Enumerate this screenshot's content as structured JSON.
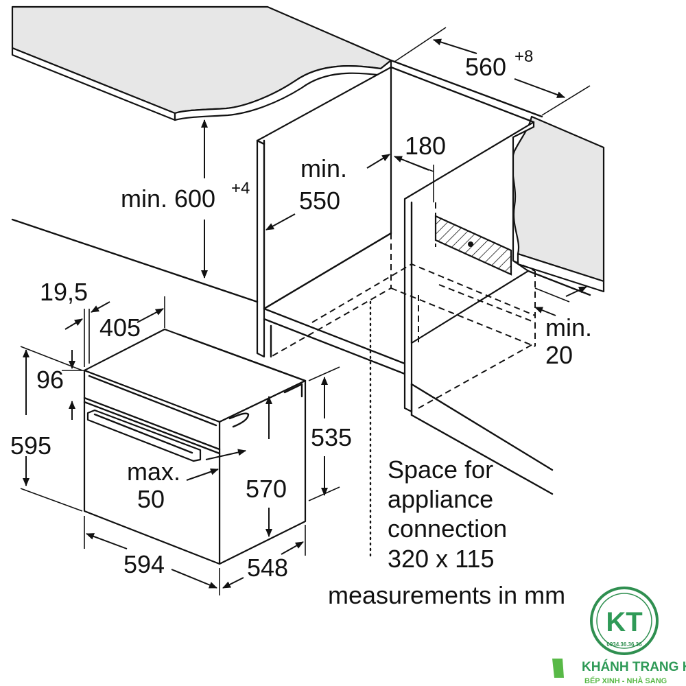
{
  "labels": {
    "width_top": "560",
    "width_top_sup": "+8",
    "height_niche": "min. 600",
    "height_niche_sup": "+4",
    "depth_min_l1": "min.",
    "depth_min_l2": "550",
    "vent": "180",
    "min20_l1": "min.",
    "min20_l2": "20",
    "front_offset": "19,5",
    "depth_top": "405",
    "panel_h": "96",
    "total_h": "595",
    "handle_l1": "max.",
    "handle_l2": "50",
    "body_h": "570",
    "rear_h": "535",
    "width": "594",
    "depth": "548",
    "space_l1": "Space for",
    "space_l2": "appliance",
    "space_l3": "connection",
    "space_l4": "320 x 115",
    "units": "measurements in mm"
  },
  "logo": {
    "monogram": "KT",
    "phone": "0934.36.36.26",
    "brand": "KHÁNH TRANG HOME",
    "tagline": "BẾP XINH - NHÀ SANG",
    "colors": {
      "green": "#2f9a57",
      "light_green": "#58b947",
      "ring": "#2f8f50"
    }
  }
}
